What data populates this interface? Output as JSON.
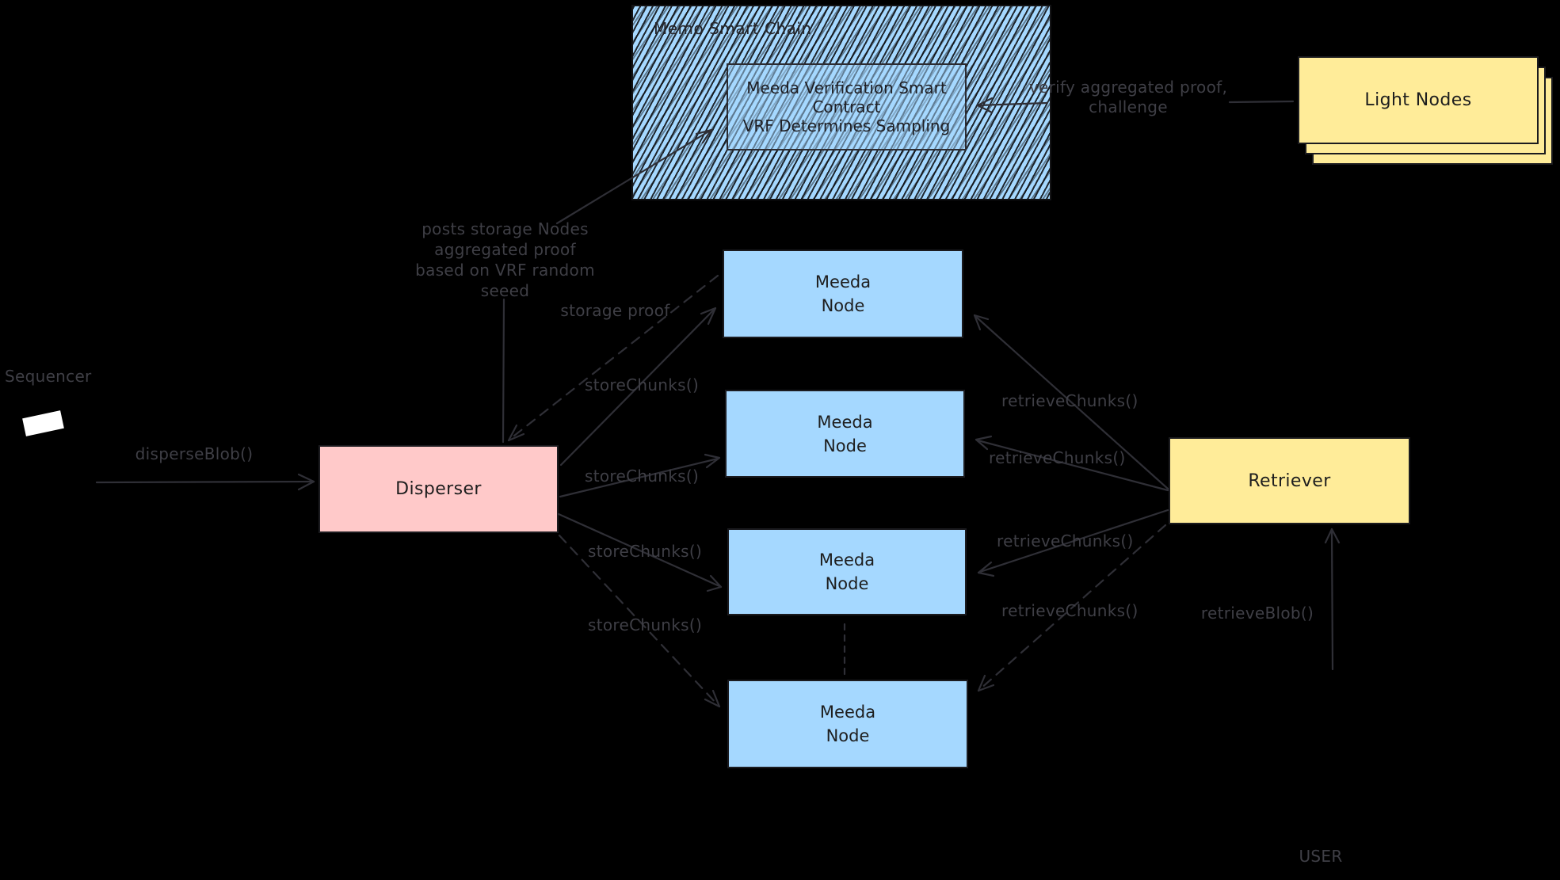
{
  "background": "#000000",
  "palette": {
    "node_blue": "#a5d8ff",
    "disperser_pink": "#ffc9c9",
    "retriever_yellow": "#ffec99",
    "stroke_dark": "#1e1e1e",
    "arrow_gray": "#2f2f36",
    "label_gray": "#3f3f46"
  },
  "memo_chain": {
    "title": "Memo Smart Chain",
    "contract": {
      "line1": "Meeda Verification Smart",
      "line2": "Contract",
      "line3": "VRF Determines Sampling"
    }
  },
  "light_nodes": {
    "label": "Light Nodes"
  },
  "sequencer": {
    "label": "Sequencer"
  },
  "user": {
    "label": "USER"
  },
  "disperser": {
    "label": "Disperser"
  },
  "retriever": {
    "label": "Retriever"
  },
  "meeda_nodes": [
    {
      "line1": "Meeda",
      "line2": "Node"
    },
    {
      "line1": "Meeda",
      "line2": "Node"
    },
    {
      "line1": "Meeda",
      "line2": "Node"
    },
    {
      "line1": "Meeda",
      "line2": "Node"
    }
  ],
  "edge_labels": {
    "disperse_blob": "disperseBlob()",
    "store_chunks": "storeChunks()",
    "storage_proof": "storage proof",
    "retrieve_chunks": "retrieveChunks()",
    "retrieve_blob": "retrieveBlob()",
    "verify": {
      "line1": "verify aggregated proof,",
      "line2": "challenge"
    },
    "posts_proof": {
      "line1": "posts storage Nodes",
      "line2": "aggregated proof",
      "line3": "based on VRF random",
      "line4": "seeed"
    }
  }
}
